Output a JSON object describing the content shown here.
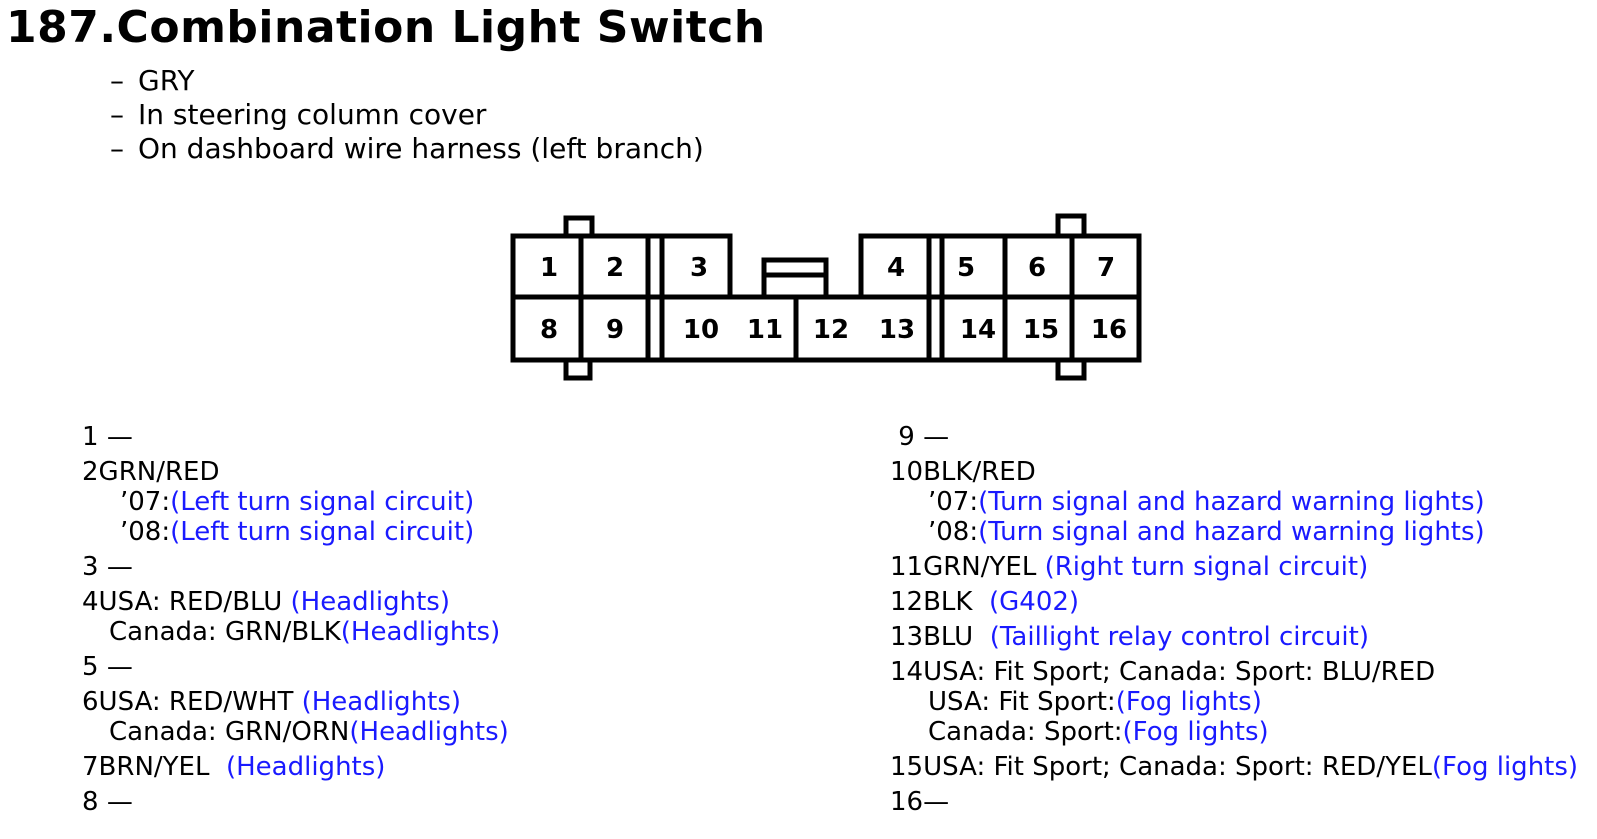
{
  "title": "187.Combination Light Switch",
  "bullets": [
    "GRY",
    "In steering column cover",
    "On dashboard wire harness (left branch)"
  ],
  "connector": {
    "pins_top": [
      "1",
      "2",
      "3",
      "4",
      "5",
      "6",
      "7"
    ],
    "pins_bottom": [
      "8",
      "9",
      "10",
      "11",
      "12",
      "13",
      "14",
      "15",
      "16"
    ]
  },
  "pins": {
    "p1": {
      "num": "1",
      "text": "—"
    },
    "p2": {
      "num": "2",
      "wire": "GRN/RED",
      "l1_year": "’07:",
      "l1_desc": "(Left turn signal circuit)",
      "l2_year": "’08:",
      "l2_desc": "(Left turn signal circuit)"
    },
    "p3": {
      "num": "3",
      "text": "—"
    },
    "p4": {
      "num": "4",
      "wire": "USA: RED/BLU",
      "desc": "(Headlights)",
      "sub_wire": "Canada: GRN/BLK",
      "sub_desc": "(Headlights)"
    },
    "p5": {
      "num": "5",
      "text": "—"
    },
    "p6": {
      "num": "6",
      "wire": "USA: RED/WHT",
      "desc": "(Headlights)",
      "sub_wire": "Canada: GRN/ORN",
      "sub_desc": "(Headlights)"
    },
    "p7": {
      "num": "7",
      "wire": "BRN/YEL",
      "desc": "(Headlights)"
    },
    "p8": {
      "num": "8",
      "text": "—"
    },
    "p9": {
      "num": "9",
      "text": "—"
    },
    "p10": {
      "num": "10",
      "wire": "BLK/RED",
      "l1_year": "’07:",
      "l1_desc": "(Turn signal and hazard warning lights)",
      "l2_year": "’08:",
      "l2_desc": "(Turn signal and hazard warning lights)"
    },
    "p11": {
      "num": "11",
      "wire": "GRN/YEL",
      "desc": "(Right turn signal circuit)"
    },
    "p12": {
      "num": "12",
      "wire": "BLK",
      "desc": "(G402)"
    },
    "p13": {
      "num": "13",
      "wire": "BLU",
      "desc": "(Taillight relay control circuit)"
    },
    "p14": {
      "num": "14",
      "wire": "USA: Fit Sport; Canada: Sport: BLU/RED",
      "sub1_label": "USA: Fit Sport:",
      "sub1_desc": "(Fog lights)",
      "sub2_label": "Canada: Sport:",
      "sub2_desc": "(Fog lights)"
    },
    "p15": {
      "num": "15",
      "wire": "USA: Fit Sport; Canada: Sport: RED/YEL",
      "desc": "(Fog lights)"
    },
    "p16": {
      "num": "16",
      "text": "—"
    }
  }
}
